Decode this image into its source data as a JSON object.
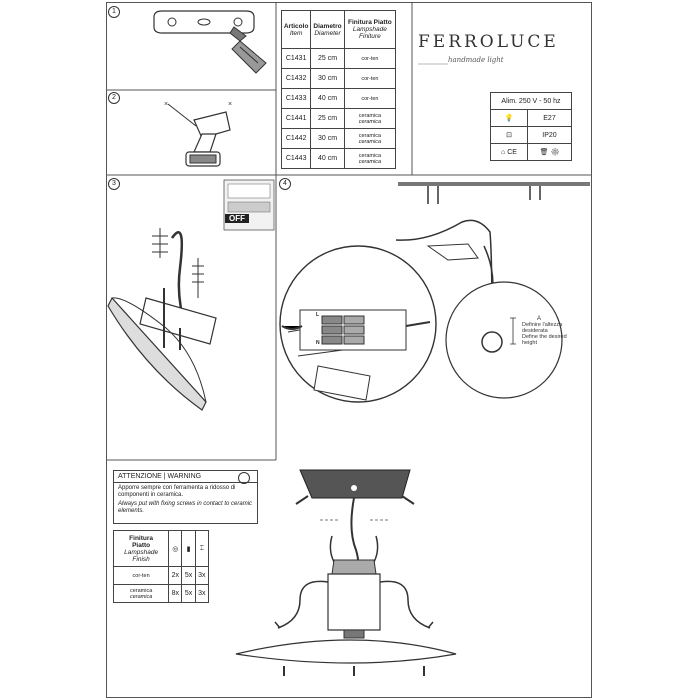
{
  "steps": [
    "1",
    "2",
    "3",
    "4"
  ],
  "brand": {
    "name": "FERROLUCE",
    "tagline": "handmade light"
  },
  "items_table": {
    "headers": {
      "item": "Articolo",
      "item_en": "Item",
      "diameter": "Diametro",
      "diameter_en": "Diameter",
      "finish": "Finitura Piatto",
      "finish_en1": "Lampshade",
      "finish_en2": "Finiture"
    },
    "rows": [
      {
        "code": "C1431",
        "diameter": "25 cm",
        "finish": "cor-ten",
        "finish2": ""
      },
      {
        "code": "C1432",
        "diameter": "30 cm",
        "finish": "cor-ten",
        "finish2": ""
      },
      {
        "code": "C1433",
        "diameter": "40 cm",
        "finish": "cor-ten",
        "finish2": ""
      },
      {
        "code": "C1441",
        "diameter": "25 cm",
        "finish": "ceramica",
        "finish2": "ceramica"
      },
      {
        "code": "C1442",
        "diameter": "30 cm",
        "finish": "ceramica",
        "finish2": "ceramica"
      },
      {
        "code": "C1443",
        "diameter": "40 cm",
        "finish": "ceramica",
        "finish2": "ceramica"
      }
    ]
  },
  "specs": {
    "power": "Alim. 250 V - 50 hz",
    "socket": "E27",
    "ip": "IP20",
    "ce": "CE"
  },
  "switch_label": "OFF",
  "height_note": {
    "it1": "Definire l'altezza",
    "it2": "desiderata",
    "en1": "Define the desired",
    "en2": "height",
    "mark": "A"
  },
  "warning": {
    "title": "ATTENZIONE | WARNING",
    "it": "Apporre sempre con ferramenta a ridosso di componenti in ceramica.",
    "en": "Always put with fixing screws in contact to ceramic elements."
  },
  "parts_table": {
    "header1": "Finitura",
    "header2": "Piatto",
    "header3": "Lampshade",
    "header4": "Finish",
    "rows": [
      {
        "finish": "cor-ten",
        "finish2": "",
        "a": "2x",
        "b": "5x",
        "c": "3x"
      },
      {
        "finish": "ceramica",
        "finish2": "ceramica",
        "a": "8x",
        "b": "5x",
        "c": "3x"
      }
    ]
  },
  "wire_labels": [
    "L",
    "N"
  ]
}
